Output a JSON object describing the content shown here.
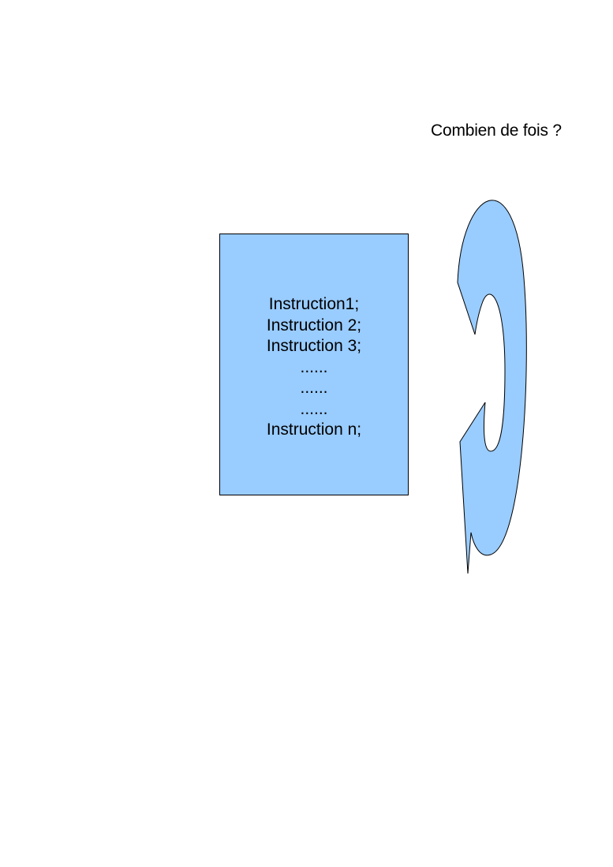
{
  "question": "Combien de fois ?",
  "instructions": [
    "Instruction1;",
    "Instruction 2;",
    "Instruction 3;",
    "......",
    "......",
    "......",
    "Instruction n;"
  ],
  "colors": {
    "fill": "#99ccff",
    "stroke": "#000000",
    "background": "#ffffff"
  }
}
